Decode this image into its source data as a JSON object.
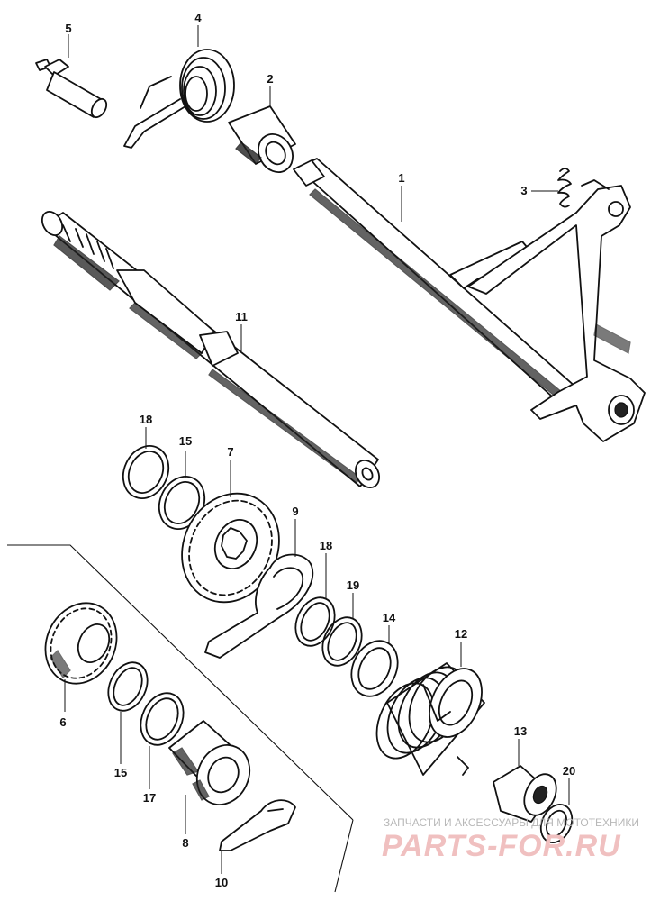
{
  "parts": [
    {
      "no": "1"
    },
    {
      "no": "2"
    },
    {
      "no": "3"
    },
    {
      "no": "4"
    },
    {
      "no": "5"
    },
    {
      "no": "6"
    },
    {
      "no": "7"
    },
    {
      "no": "8"
    },
    {
      "no": "9"
    },
    {
      "no": "10"
    },
    {
      "no": "11"
    },
    {
      "no": "12"
    },
    {
      "no": "13"
    },
    {
      "no": "14"
    },
    {
      "no": "15"
    },
    {
      "no": "15"
    },
    {
      "no": "17"
    },
    {
      "no": "18"
    },
    {
      "no": "18"
    },
    {
      "no": "19"
    },
    {
      "no": "20"
    }
  ],
  "watermark": {
    "caption": "ЗАПЧАСТИ И АКСЕССУАРЫ ДЛЯ МОТОТЕХНИКИ",
    "brand": "PARTS-FOR.RU"
  }
}
